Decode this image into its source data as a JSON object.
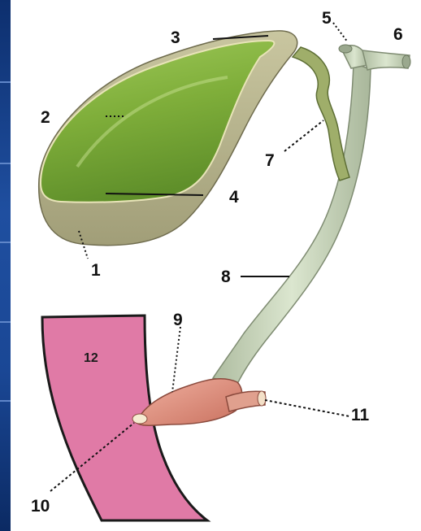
{
  "labels": [
    "1",
    "2",
    "3",
    "4",
    "5",
    "6",
    "7",
    "8",
    "9",
    "10",
    "11",
    "12"
  ],
  "colors": {
    "background": "#ffffff",
    "side_strip": "#1f4fa0",
    "gallbladder_green": "#7fae3a",
    "gallbladder_wall": "#b7b48c",
    "duct": "#c6d3b9",
    "duodenum": "#e07aa6",
    "papilla": "#d98a7a",
    "leader_line": "#111111"
  }
}
